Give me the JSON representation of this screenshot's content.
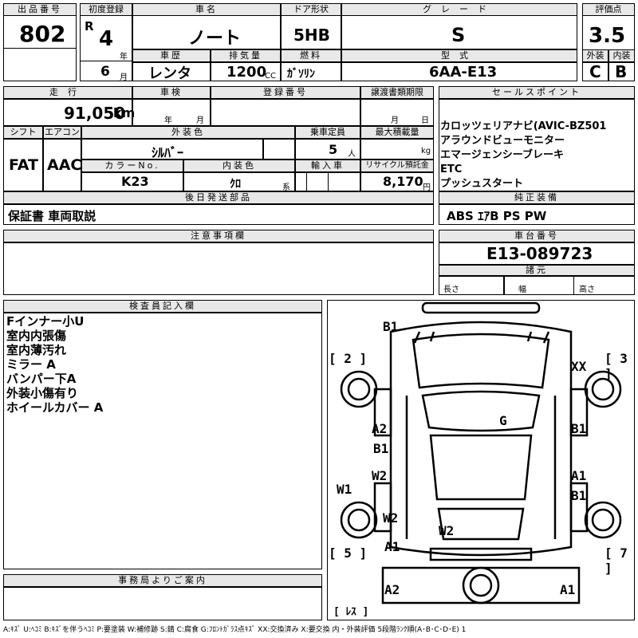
{
  "header": {
    "lot_no_label": "出品番号",
    "lot_no": "802",
    "first_reg_label": "初度登録",
    "era": "R",
    "year": "4",
    "year_unit": "年",
    "month": "6",
    "month_unit": "月",
    "car_name_label": "車名",
    "car_name": "ノート",
    "door_label": "ドア形状",
    "door": "5HB",
    "grade_label": "グレード",
    "grade": "S",
    "score_label": "評価点",
    "score": "3.5",
    "exterior_label": "外装",
    "exterior": "C",
    "interior_label": "内装",
    "interior": "B",
    "history_label": "車歴",
    "history": "レンタ",
    "displacement_label": "排気量",
    "displacement": "1200",
    "displacement_unit": "CC",
    "fuel_label": "燃料",
    "fuel": "ｶﾞｿﾘﾝ",
    "model_label": "型式",
    "model": "6AA-E13"
  },
  "row2": {
    "mileage_label": "走行",
    "mileage": "91,050",
    "mileage_unit": "km",
    "inspection_label": "車検",
    "insp_year_unit": "年",
    "insp_month_unit": "月",
    "reg_no_label": "登録番号",
    "transfer_label": "譲渡書類期限",
    "transfer_month_unit": "月",
    "transfer_day_unit": "日",
    "shift_label": "シフト",
    "shift": "FAT",
    "ac_label": "エアコン",
    "ac": "AAC",
    "ext_color_label": "外装色",
    "ext_color": "ｼﾙﾊﾞｰ",
    "capacity_label": "乗車定員",
    "capacity": "5",
    "capacity_unit": "人",
    "loading_label": "最大積載量",
    "loading_unit": "kg",
    "color_no_label": "カラーNo.",
    "color_no": "K23",
    "int_color_label": "内装色",
    "int_color": "ｸﾛ",
    "int_color_unit": "系",
    "import_label": "輸入車",
    "recycle_label": "リサイクル預託金",
    "recycle": "8,170",
    "recycle_unit": "円"
  },
  "later_items_label": "後日発送部品",
  "later_items": "保証書 車両取説",
  "sales_points_label": "セールスポイント",
  "sales_points": [
    "カロッツェリアナビ(AVIC-BZ501",
    "アラウンドビューモニター",
    "エマージェンシーブレーキ",
    "ETC",
    "プッシュスタート"
  ],
  "equipment_label": "純正装備",
  "equipment": "ABS ｴｱB PS PW",
  "caution_label": "注意事項欄",
  "chassis_label": "車台番号",
  "chassis": "E13-089723",
  "spec_label": "諸元",
  "length_label": "長さ",
  "width_label": "幅",
  "height_label": "高さ",
  "inspector_label": "検査員記入欄",
  "inspector_notes": [
    "Fインナー小U",
    "室内内張傷",
    "室内薄汚れ",
    "ミラー A",
    "バンパー下A",
    "外装小傷有り",
    "ホイールカバー A"
  ],
  "office_label": "事務局よりご案内",
  "diagram": {
    "B1_top": "B1",
    "tire2": "[ 2 ]",
    "tire3": "[ 3 ]",
    "XX": "XX",
    "G": "G",
    "A2_l": "A2",
    "B1_l": "B1",
    "B1_r": "B1",
    "W2_l": "W2",
    "A1_r": "A1",
    "B1_r2": "B1",
    "W1": "W1",
    "W2_l2": "W2",
    "W2_c": "W2",
    "A1_l": "A1",
    "tire5": "[ 5 ]",
    "tire7": "[ 7 ]",
    "A2_b": "A2",
    "A1_b": "A1",
    "spare": "[ ﾚｽ ]"
  },
  "legend": "A:ｷｽﾞ U:ﾍｺﾐ B:ｷｽﾞを伴うﾍｺﾐ P:要塗装 W:補修跡 S:錆 C:腐食 G:ﾌﾛﾝﾄｶﾞﾗｽ点ｷｽﾞ XX:交換済み X:要交換 内・外装評価 5段階ﾗﾝｸ順(A･B･C･D･E) 1"
}
